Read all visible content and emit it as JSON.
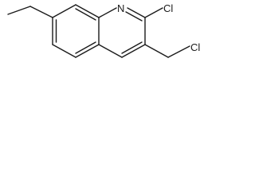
{
  "molecule": {
    "atoms": {
      "nitrogen": "N",
      "chlorine_ring": "Cl",
      "chlorine_methyl": "Cl"
    }
  },
  "colors": {
    "bond": "#1a1a1a",
    "background": "#ffffff"
  }
}
